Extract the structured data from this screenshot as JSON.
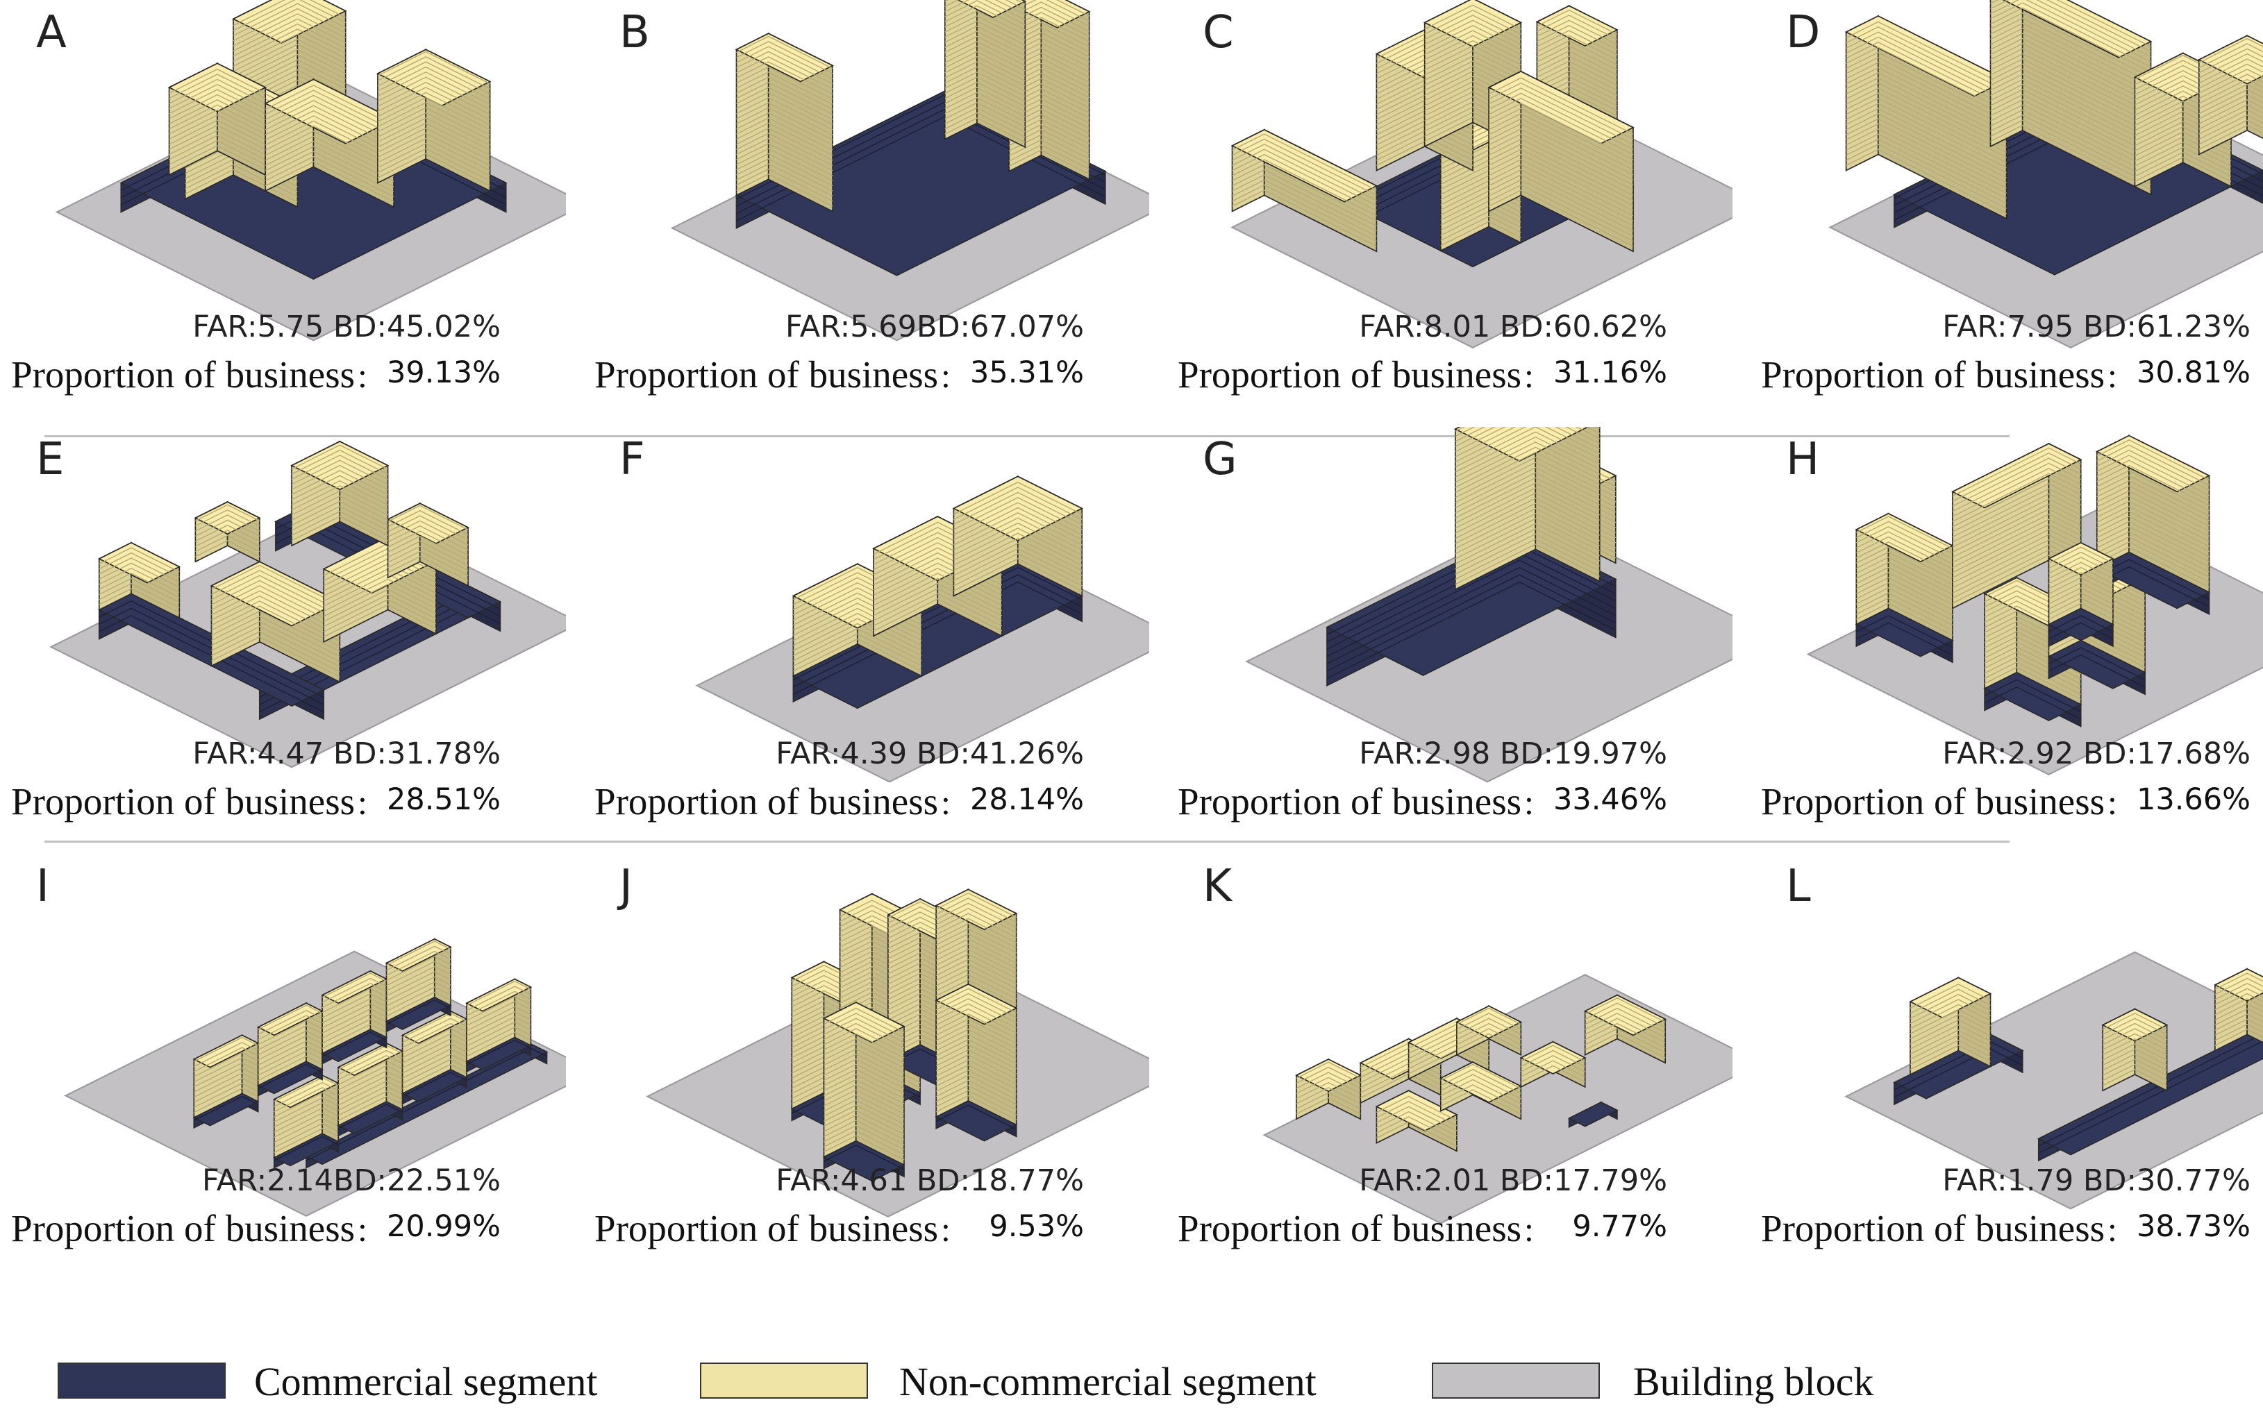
{
  "colors": {
    "commercial": "#2f3557",
    "non_commercial": "#efe3a6",
    "block": "#c4c1c5",
    "stripe": "#b8ac72",
    "edge": "#2a2a2a"
  },
  "panels": [
    {
      "letter": "A",
      "far_bd": "FAR:5.75 BD:45.02%",
      "prop_label": "Proportion of business",
      "prop_sep": ":",
      "prop_value": "39.13%"
    },
    {
      "letter": "B",
      "far_bd": "FAR:5.69BD:67.07%",
      "prop_label": "Proportion of business",
      "prop_sep": ":",
      "prop_value": "35.31%"
    },
    {
      "letter": "C",
      "far_bd": "FAR:8.01 BD:60.62%",
      "prop_label": "Proportion of business",
      "prop_sep": ":",
      "prop_value": "31.16%"
    },
    {
      "letter": "D",
      "far_bd": "FAR:7.95 BD:61.23%",
      "prop_label": "Proportion of business",
      "prop_sep": ":",
      "prop_value": "30.81%"
    },
    {
      "letter": "E",
      "far_bd": "FAR:4.47 BD:31.78%",
      "prop_label": "Proportion of business",
      "prop_sep": ":",
      "prop_value": "28.51%"
    },
    {
      "letter": "F",
      "far_bd": "FAR:4.39 BD:41.26%",
      "prop_label": "Proportion of business",
      "prop_sep": ":",
      "prop_value": "28.14%"
    },
    {
      "letter": "G",
      "far_bd": "FAR:2.98 BD:19.97%",
      "prop_label": "Proportion of business",
      "prop_sep": ":",
      "prop_value": "33.46%"
    },
    {
      "letter": "H",
      "far_bd": "FAR:2.92 BD:17.68%",
      "prop_label": "Proportion of business",
      "prop_sep": ":",
      "prop_value": "13.66%"
    },
    {
      "letter": "I",
      "far_bd": "FAR:2.14BD:22.51%",
      "prop_label": "Proportion of business",
      "prop_sep": ":",
      "prop_value": "20.99%"
    },
    {
      "letter": "J",
      "far_bd": "FAR:4.61 BD:18.77%",
      "prop_label": "Proportion of business",
      "prop_sep": ":",
      "prop_value": "9.53%"
    },
    {
      "letter": "K",
      "far_bd": "FAR:2.01 BD:17.79%",
      "prop_label": "Proportion of business",
      "prop_sep": ":",
      "prop_value": "9.77%"
    },
    {
      "letter": "L",
      "far_bd": "FAR:1.79 BD:30.77%",
      "prop_label": "Proportion of business",
      "prop_sep": ":",
      "prop_value": "38.73%"
    }
  ],
  "legend": [
    {
      "label": "Commercial segment",
      "color": "#2f3557"
    },
    {
      "label": "Non-commercial segment",
      "color": "#efe3a6"
    },
    {
      "label": "Building block",
      "color": "#c4c1c5"
    }
  ]
}
